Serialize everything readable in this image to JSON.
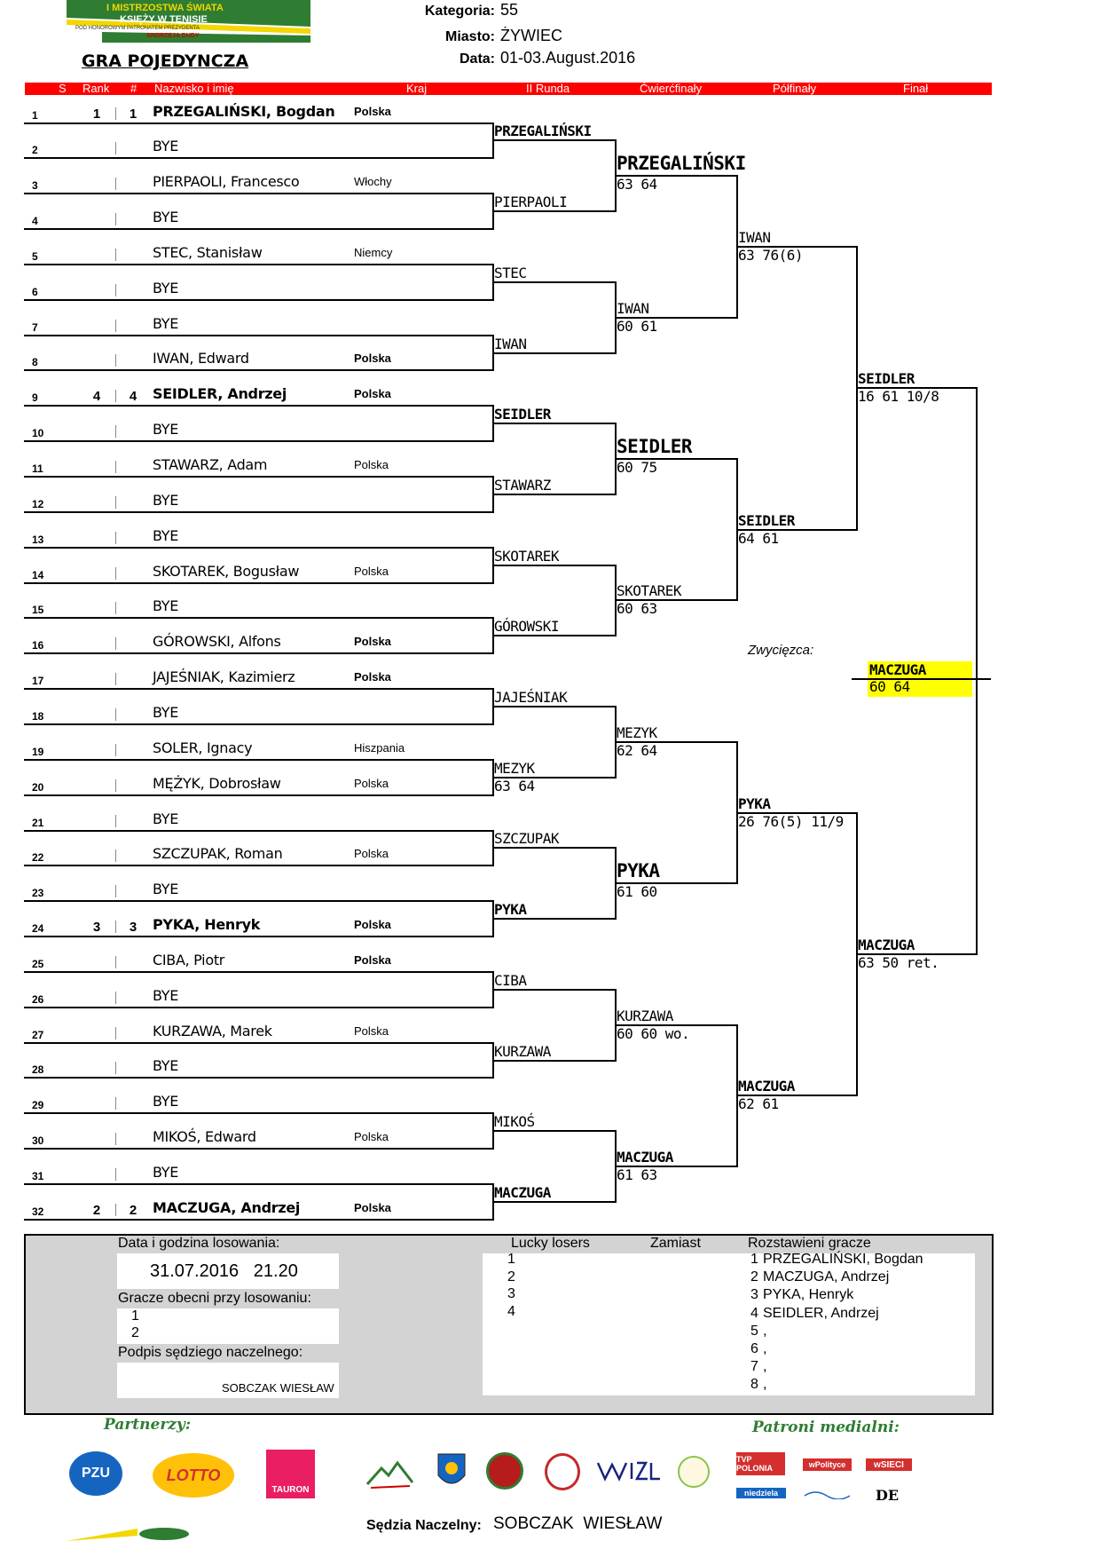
{
  "header": {
    "banner": {
      "line1": "I MISTRZOSTWA ŚWIATA",
      "line2": "KSIĘŻY W TENISIE",
      "line3": "POD HONOROWYM PATRONATEM PREZYDENTA",
      "line4": "ANDRZEJA DUDY"
    },
    "title": "GRA POJEDYNCZA",
    "kategoria_label": "Kategoria:",
    "kategoria_value": "55",
    "miasto_label": "Miasto:",
    "miasto_value": "ŻYWIEC",
    "data_label": "Data:",
    "data_value": "01-03.August.2016"
  },
  "columns": {
    "s": "S",
    "rank": "Rank",
    "num": "#",
    "name": "Nazwisko i imię",
    "country": "Kraj",
    "r2": "II Runda",
    "qf": "Ćwierćfinały",
    "sf": "Półfinały",
    "f": "Finał"
  },
  "players": [
    {
      "n": "1",
      "rank": "1",
      "seed": "1",
      "name": "PRZEGALIŃSKI, Bogdan",
      "country": "Polska",
      "bold": true,
      "cbold": true
    },
    {
      "n": "2",
      "rank": "",
      "seed": "",
      "name": "BYE",
      "country": "",
      "bold": false,
      "cbold": false
    },
    {
      "n": "3",
      "rank": "",
      "seed": "",
      "name": "PIERPAOLI, Francesco",
      "country": "Włochy",
      "bold": false,
      "cbold": false
    },
    {
      "n": "4",
      "rank": "",
      "seed": "",
      "name": "BYE",
      "country": "",
      "bold": false,
      "cbold": false
    },
    {
      "n": "5",
      "rank": "",
      "seed": "",
      "name": "STEC, Stanisław",
      "country": "Niemcy",
      "bold": false,
      "cbold": false
    },
    {
      "n": "6",
      "rank": "",
      "seed": "",
      "name": "BYE",
      "country": "",
      "bold": false,
      "cbold": false
    },
    {
      "n": "7",
      "rank": "",
      "seed": "",
      "name": "BYE",
      "country": "",
      "bold": false,
      "cbold": false
    },
    {
      "n": "8",
      "rank": "",
      "seed": "",
      "name": "IWAN, Edward",
      "country": "Polska",
      "bold": false,
      "cbold": true
    },
    {
      "n": "9",
      "rank": "4",
      "seed": "4",
      "name": "SEIDLER, Andrzej",
      "country": "Polska",
      "bold": true,
      "cbold": true
    },
    {
      "n": "10",
      "rank": "",
      "seed": "",
      "name": "BYE",
      "country": "",
      "bold": false,
      "cbold": false
    },
    {
      "n": "11",
      "rank": "",
      "seed": "",
      "name": "STAWARZ, Adam",
      "country": "Polska",
      "bold": false,
      "cbold": false
    },
    {
      "n": "12",
      "rank": "",
      "seed": "",
      "name": "BYE",
      "country": "",
      "bold": false,
      "cbold": false
    },
    {
      "n": "13",
      "rank": "",
      "seed": "",
      "name": "BYE",
      "country": "",
      "bold": false,
      "cbold": false
    },
    {
      "n": "14",
      "rank": "",
      "seed": "",
      "name": "SKOTAREK, Bogusław",
      "country": "Polska",
      "bold": false,
      "cbold": false
    },
    {
      "n": "15",
      "rank": "",
      "seed": "",
      "name": "BYE",
      "country": "",
      "bold": false,
      "cbold": false
    },
    {
      "n": "16",
      "rank": "",
      "seed": "",
      "name": "GÓROWSKI, Alfons",
      "country": "Polska",
      "bold": false,
      "cbold": true
    },
    {
      "n": "17",
      "rank": "",
      "seed": "",
      "name": "JAJEŚNIAK, Kazimierz",
      "country": "Polska",
      "bold": false,
      "cbold": true
    },
    {
      "n": "18",
      "rank": "",
      "seed": "",
      "name": "BYE",
      "country": "",
      "bold": false,
      "cbold": false
    },
    {
      "n": "19",
      "rank": "",
      "seed": "",
      "name": "SOLER, Ignacy",
      "country": "Hiszpania",
      "bold": false,
      "cbold": false
    },
    {
      "n": "20",
      "rank": "",
      "seed": "",
      "name": "MĘŻYK, Dobrosław",
      "country": "Polska",
      "bold": false,
      "cbold": false
    },
    {
      "n": "21",
      "rank": "",
      "seed": "",
      "name": "BYE",
      "country": "",
      "bold": false,
      "cbold": false
    },
    {
      "n": "22",
      "rank": "",
      "seed": "",
      "name": "SZCZUPAK, Roman",
      "country": "Polska",
      "bold": false,
      "cbold": false
    },
    {
      "n": "23",
      "rank": "",
      "seed": "",
      "name": "BYE",
      "country": "",
      "bold": false,
      "cbold": false
    },
    {
      "n": "24",
      "rank": "3",
      "seed": "3",
      "name": "PYKA, Henryk",
      "country": "Polska",
      "bold": true,
      "cbold": true
    },
    {
      "n": "25",
      "rank": "",
      "seed": "",
      "name": "CIBA, Piotr",
      "country": "Polska",
      "bold": false,
      "cbold": true
    },
    {
      "n": "26",
      "rank": "",
      "seed": "",
      "name": "BYE",
      "country": "",
      "bold": false,
      "cbold": false
    },
    {
      "n": "27",
      "rank": "",
      "seed": "",
      "name": "KURZAWA, Marek",
      "country": "Polska",
      "bold": false,
      "cbold": false
    },
    {
      "n": "28",
      "rank": "",
      "seed": "",
      "name": "BYE",
      "country": "",
      "bold": false,
      "cbold": false
    },
    {
      "n": "29",
      "rank": "",
      "seed": "",
      "name": "BYE",
      "country": "",
      "bold": false,
      "cbold": false
    },
    {
      "n": "30",
      "rank": "",
      "seed": "",
      "name": "MIKOŚ, Edward",
      "country": "Polska",
      "bold": false,
      "cbold": false
    },
    {
      "n": "31",
      "rank": "",
      "seed": "",
      "name": "BYE",
      "country": "",
      "bold": false,
      "cbold": false
    },
    {
      "n": "32",
      "rank": "2",
      "seed": "2",
      "name": "MACZUGA, Andrzej",
      "country": "Polska",
      "bold": true,
      "cbold": true
    }
  ],
  "round2": [
    {
      "name": "PRZEGALIŃSKI",
      "score": "",
      "bold": true
    },
    {
      "name": "PIERPAOLI",
      "score": "",
      "bold": false
    },
    {
      "name": "STEC",
      "score": "",
      "bold": false
    },
    {
      "name": "IWAN",
      "score": "",
      "bold": false
    },
    {
      "name": "SEIDLER",
      "score": "",
      "bold": true
    },
    {
      "name": "STAWARZ",
      "score": "",
      "bold": false
    },
    {
      "name": "SKOTAREK",
      "score": "",
      "bold": false
    },
    {
      "name": "GÓROWSKI",
      "score": "",
      "bold": false
    },
    {
      "name": "JAJEŚNIAK",
      "score": "",
      "bold": false
    },
    {
      "name": "MEZYK",
      "score": "63   64",
      "bold": false
    },
    {
      "name": "SZCZUPAK",
      "score": "",
      "bold": false
    },
    {
      "name": "PYKA",
      "score": "",
      "bold": true
    },
    {
      "name": "CIBA",
      "score": "",
      "bold": false
    },
    {
      "name": "KURZAWA",
      "score": "",
      "bold": false
    },
    {
      "name": "MIKOŚ",
      "score": "",
      "bold": false
    },
    {
      "name": "MACZUGA",
      "score": "",
      "bold": true
    }
  ],
  "quarterfinals": [
    {
      "name": "PRZEGALIŃSKI",
      "score": "63   64",
      "style": "big"
    },
    {
      "name": "IWAN",
      "score": "60   61",
      "style": ""
    },
    {
      "name": "SEIDLER",
      "score": "60   75",
      "style": "big"
    },
    {
      "name": "SKOTAREK",
      "score": "60   63",
      "style": ""
    },
    {
      "name": "MEZYK",
      "score": "62   64",
      "style": ""
    },
    {
      "name": "PYKA",
      "score": "61   60",
      "style": "big"
    },
    {
      "name": "KURZAWA",
      "score": "60   60 wo.",
      "style": ""
    },
    {
      "name": "MACZUGA",
      "score": "61   63",
      "style": "bold"
    }
  ],
  "semifinals": [
    {
      "name": "IWAN",
      "score": "63   76(6)",
      "style": ""
    },
    {
      "name": "SEIDLER",
      "score": "64   61",
      "style": "bold"
    },
    {
      "name": "PYKA",
      "score": "26   76(5)  11/9",
      "style": "bold"
    },
    {
      "name": "MACZUGA",
      "score": "62   61",
      "style": "bold"
    }
  ],
  "finals": [
    {
      "name": "SEIDLER",
      "score": "16   61  10/8",
      "style": "bold"
    },
    {
      "name": "MACZUGA",
      "score": "63   50 ret.",
      "style": "bold"
    }
  ],
  "winner": {
    "label": "Zwycięzca:",
    "name": "MACZUGA",
    "score": "60   64",
    "highlight": "#ffff00"
  },
  "lower": {
    "draw_label": "Data i godzina losowania:",
    "draw_value": "31.07.2016   21.20",
    "present_label": "Gracze obecni przy losowaniu:",
    "present": [
      "1",
      "2"
    ],
    "ref_sig_label": "Podpis sędziego naczelnego:",
    "ref_sig_value": "SOBCZAK WIESŁAW",
    "lucky_label": "Lucky losers",
    "zamiast_label": "Zamiast",
    "lucky_rows": [
      "1",
      "2",
      "3",
      "4"
    ],
    "seeded_label": "Rozstawieni gracze",
    "seeded": [
      {
        "n": "1",
        "name": "PRZEGALIŃSKI, Bogdan"
      },
      {
        "n": "2",
        "name": "MACZUGA, Andrzej"
      },
      {
        "n": "3",
        "name": "PYKA, Henryk"
      },
      {
        "n": "4",
        "name": "SEIDLER, Andrzej"
      },
      {
        "n": "5",
        "name": ","
      },
      {
        "n": "6",
        "name": ","
      },
      {
        "n": "7",
        "name": ","
      },
      {
        "n": "8",
        "name": ","
      }
    ]
  },
  "footer": {
    "partners_label": "Partnerzy:",
    "media_label": "Patroni medialni:",
    "ref_label": "Sędzia Naczelny:",
    "ref_value": "SOBCZAK  WIESŁAW",
    "partner_logos": [
      "PZU",
      "LOTTO",
      "TAURON"
    ],
    "media_logos": [
      "TVP POLONIA",
      "wPolityce",
      "wSIECI",
      "niedziela",
      "DE"
    ],
    "colors": {
      "red": "#ff0000",
      "green": "#2e7d32",
      "yellow": "#ffff00",
      "gray": "#d3d3d3"
    }
  }
}
